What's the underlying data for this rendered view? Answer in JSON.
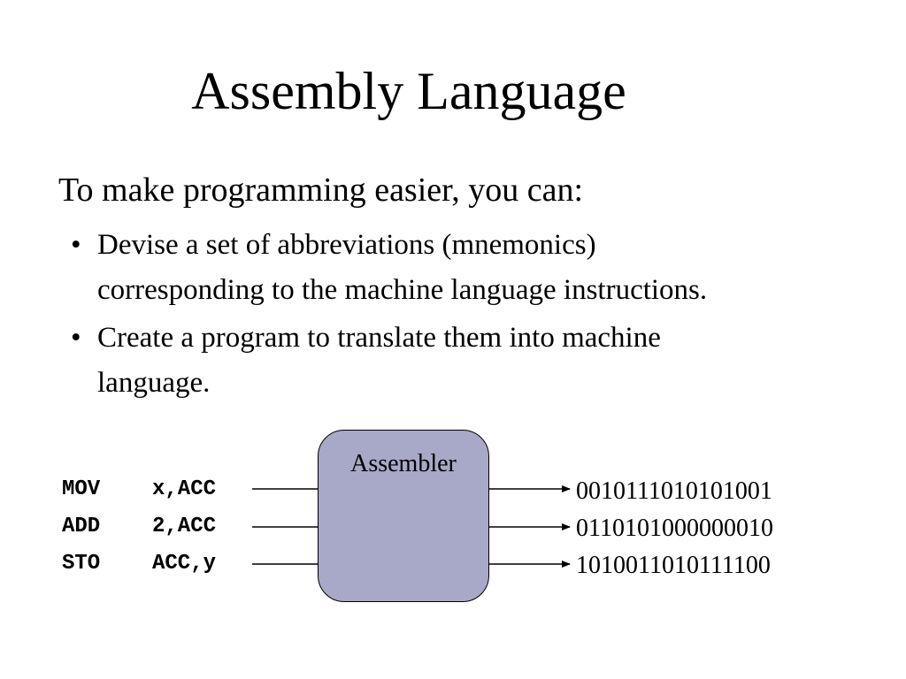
{
  "title": "Assembly Language",
  "intro": "To make programming easier, you can:",
  "bullet_marker": "•",
  "bullets": [
    {
      "lines": [
        "Devise a set of abbreviations (mnemonics)",
        "corresponding to the machine language instructions."
      ]
    },
    {
      "lines": [
        "Create a program to translate them into machine",
        "language."
      ]
    }
  ],
  "diagram": {
    "assembler_label": "Assembler",
    "assembly_code": [
      {
        "op": "MOV",
        "args": "x,ACC"
      },
      {
        "op": "ADD",
        "args": "2,ACC"
      },
      {
        "op": "STO",
        "args": "ACC,y"
      }
    ],
    "machine_code": [
      "0010111010101001",
      "0110101000000010",
      "1010011010111100"
    ]
  }
}
